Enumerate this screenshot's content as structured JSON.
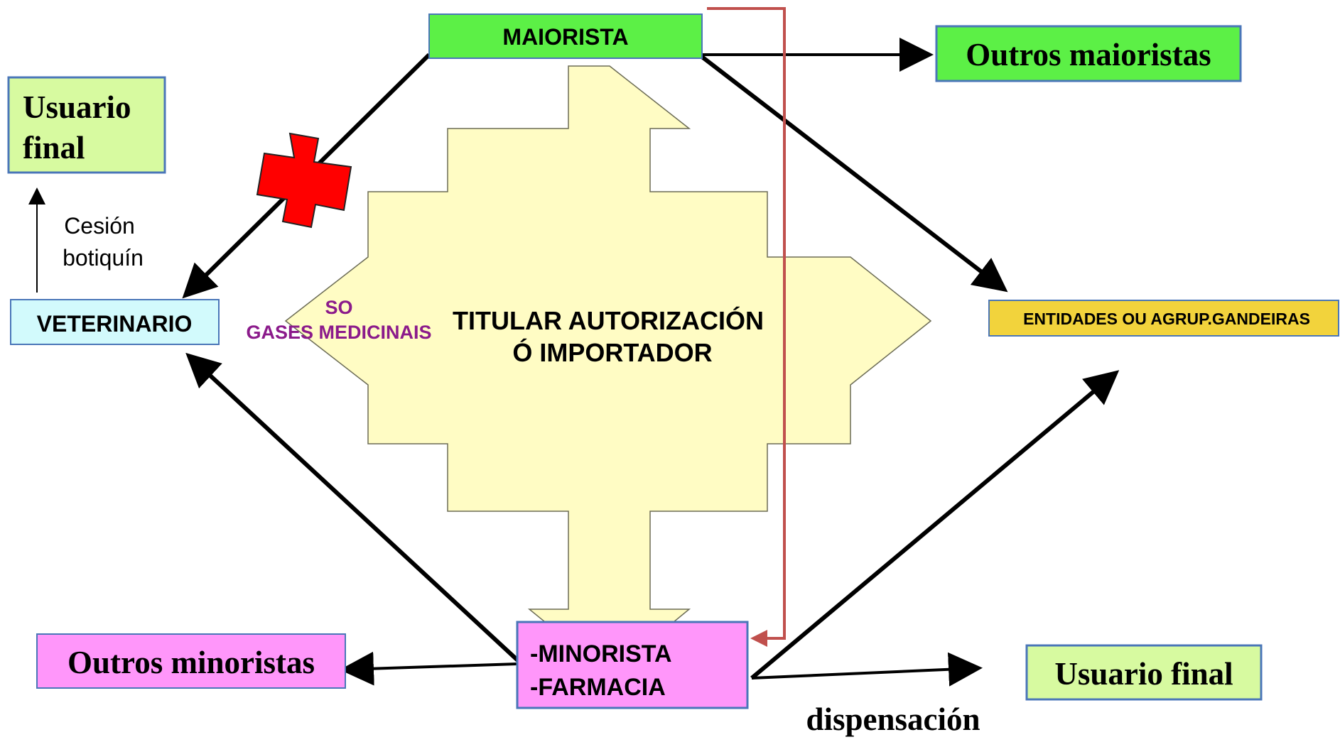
{
  "nodes": {
    "maiorista": "MAIORISTA",
    "outros_maioristas": "Outros maioristas",
    "usuario_final_top": {
      "line1": "Usuario",
      "line2": "final"
    },
    "veterinario": "VETERINARIO",
    "entidades": "ENTIDADES OU AGRUP.GANDEIRAS",
    "minorista": {
      "line1": "-MINORISTA",
      "line2": "-FARMACIA"
    },
    "outros_minoristas": "Outros minoristas",
    "usuario_final_bottom": "Usuario final"
  },
  "center": {
    "line1": "TITULAR AUTORIZACIÓN",
    "line2": "Ó IMPORTADOR"
  },
  "labels": {
    "cesion": {
      "line1": "Cesión",
      "line2": "botiquín"
    },
    "so_gases": {
      "line1": "SO",
      "line2": "GASES MEDICINAIS"
    },
    "dispensacion": "dispensación"
  },
  "colors": {
    "green_box": "#5CF046",
    "light_green_box": "#D7FAA0",
    "cyan_box": "#D2FAFC",
    "yellow_box": "#F2D33C",
    "pink_box": "#FF96FA",
    "box_border": "#4A76B8",
    "cross_arrow": "#FFFCC4",
    "red_cross": "#FF0000",
    "red_line": "#C0504D",
    "purple_text": "#8B1A8B"
  }
}
